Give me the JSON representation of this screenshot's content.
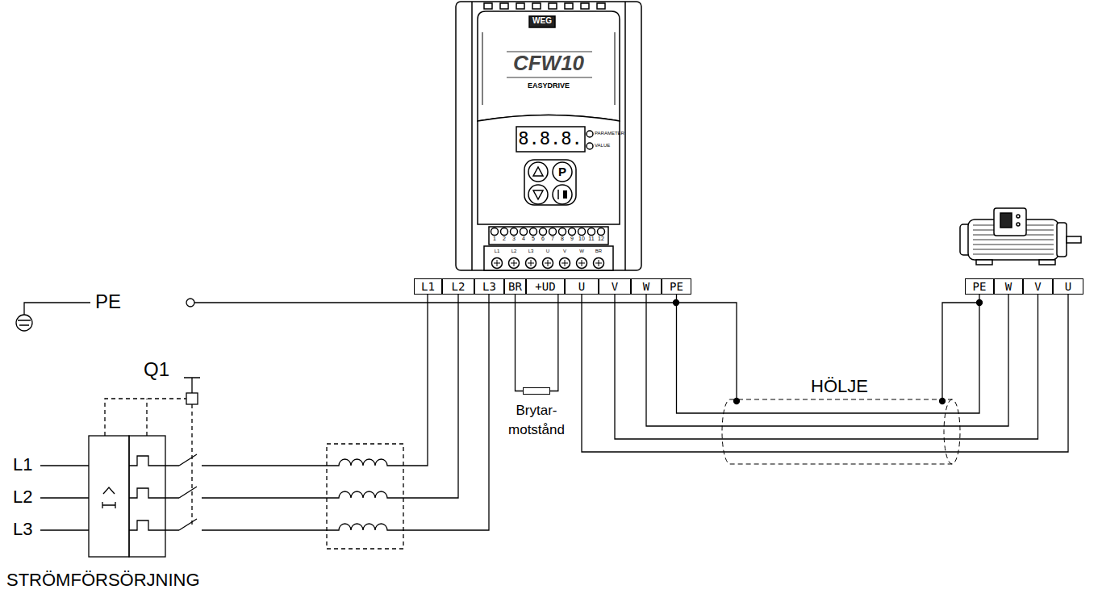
{
  "diagram": {
    "nodes": [
      {
        "text": [
          "L1"
        ]
      },
      {
        "text": [
          "L2"
        ]
      },
      {
        "text": [
          "L3"
        ]
      },
      {
        "text": [
          "BR"
        ]
      },
      {
        "text": [
          "+UD"
        ]
      },
      {
        "text": [
          "U"
        ]
      },
      {
        "text": [
          "V"
        ]
      },
      {
        "text": [
          "W"
        ]
      },
      {
        "text": [
          "PE"
        ]
      },
      {
        "text": [
          "Brytar- motstånd"
        ]
      },
      {
        "text": [
          "PE"
        ]
      },
      {
        "text": [
          "W"
        ]
      },
      {
        "text": [
          "V"
        ]
      },
      {
        "text": [
          "U"
        ]
      }
    ],
    "edges": [
      {
        "from": 3,
        "to": 9,
        "arrow": "none"
      },
      {
        "from": 4,
        "to": 9,
        "arrow": "none"
      },
      {
        "from": 5,
        "to": 13,
        "arrow": "none"
      },
      {
        "from": 6,
        "to": 12,
        "arrow": "none"
      },
      {
        "from": 7,
        "to": 11,
        "arrow": "none"
      },
      {
        "from": 8,
        "to": 10,
        "arrow": "none"
      }
    ],
    "labels": [
      "PE",
      "Q1",
      "L1",
      "L2",
      "L3",
      "STRÖMFÖRSÖRJNING",
      "HÖLJE",
      "WEG",
      "CFW10",
      "EASYDRIVE",
      "8.8.8.",
      "PARAMETER",
      "VALUE",
      "P",
      "1",
      "2",
      "3",
      "4",
      "5",
      "6",
      "7",
      "8",
      "9",
      "10",
      "11",
      "12",
      "L1",
      "L2",
      "L3",
      "U",
      "V",
      "W",
      "BR"
    ]
  }
}
